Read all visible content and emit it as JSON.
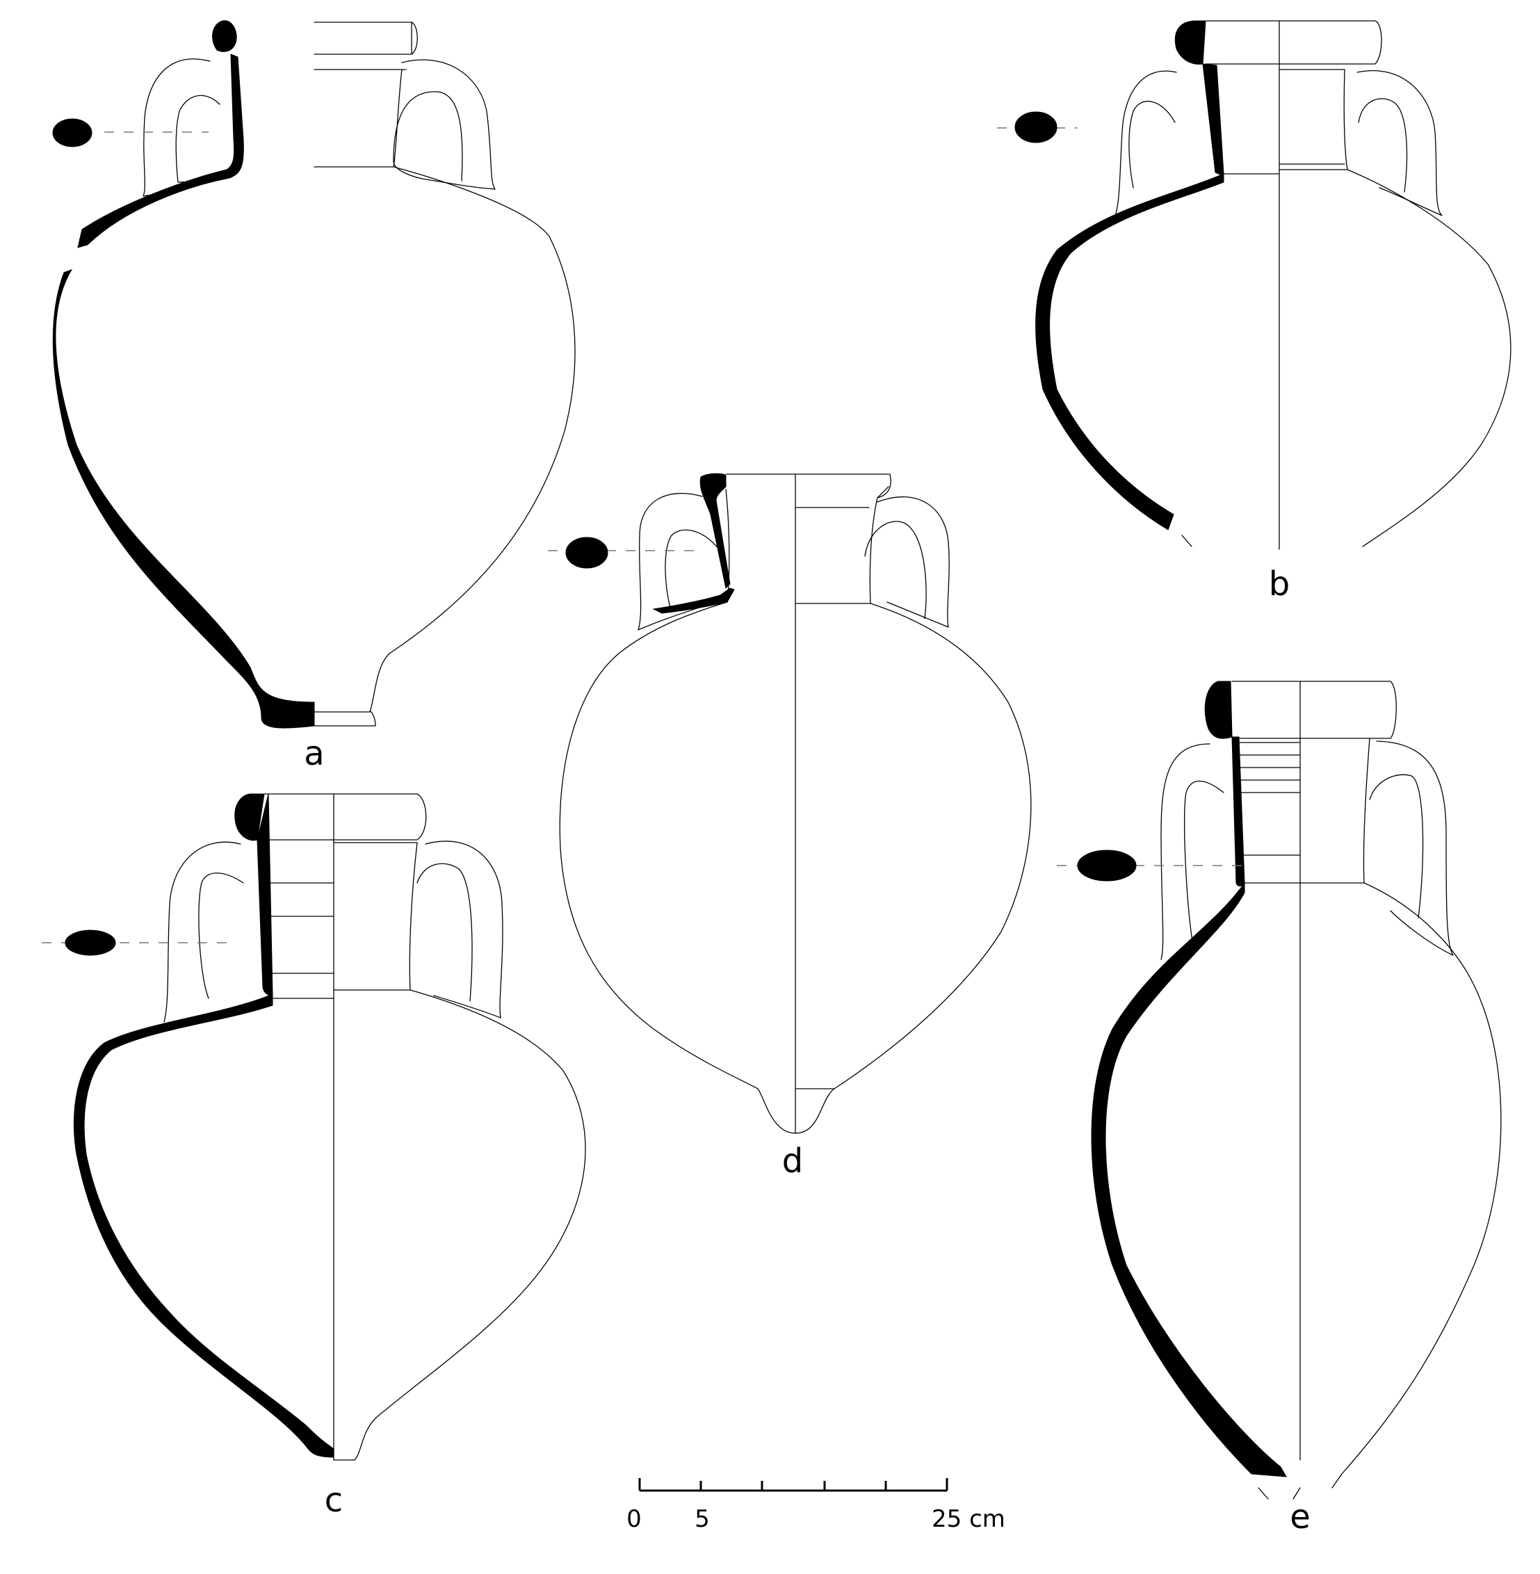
{
  "vessels": [
    {
      "id": "a",
      "label": "a"
    },
    {
      "id": "b",
      "label": "b"
    },
    {
      "id": "c",
      "label": "c"
    },
    {
      "id": "d",
      "label": "d"
    },
    {
      "id": "e",
      "label": "e"
    }
  ],
  "scale": {
    "start_label": "0",
    "mid_label": "5",
    "end_label": "25 cm"
  }
}
